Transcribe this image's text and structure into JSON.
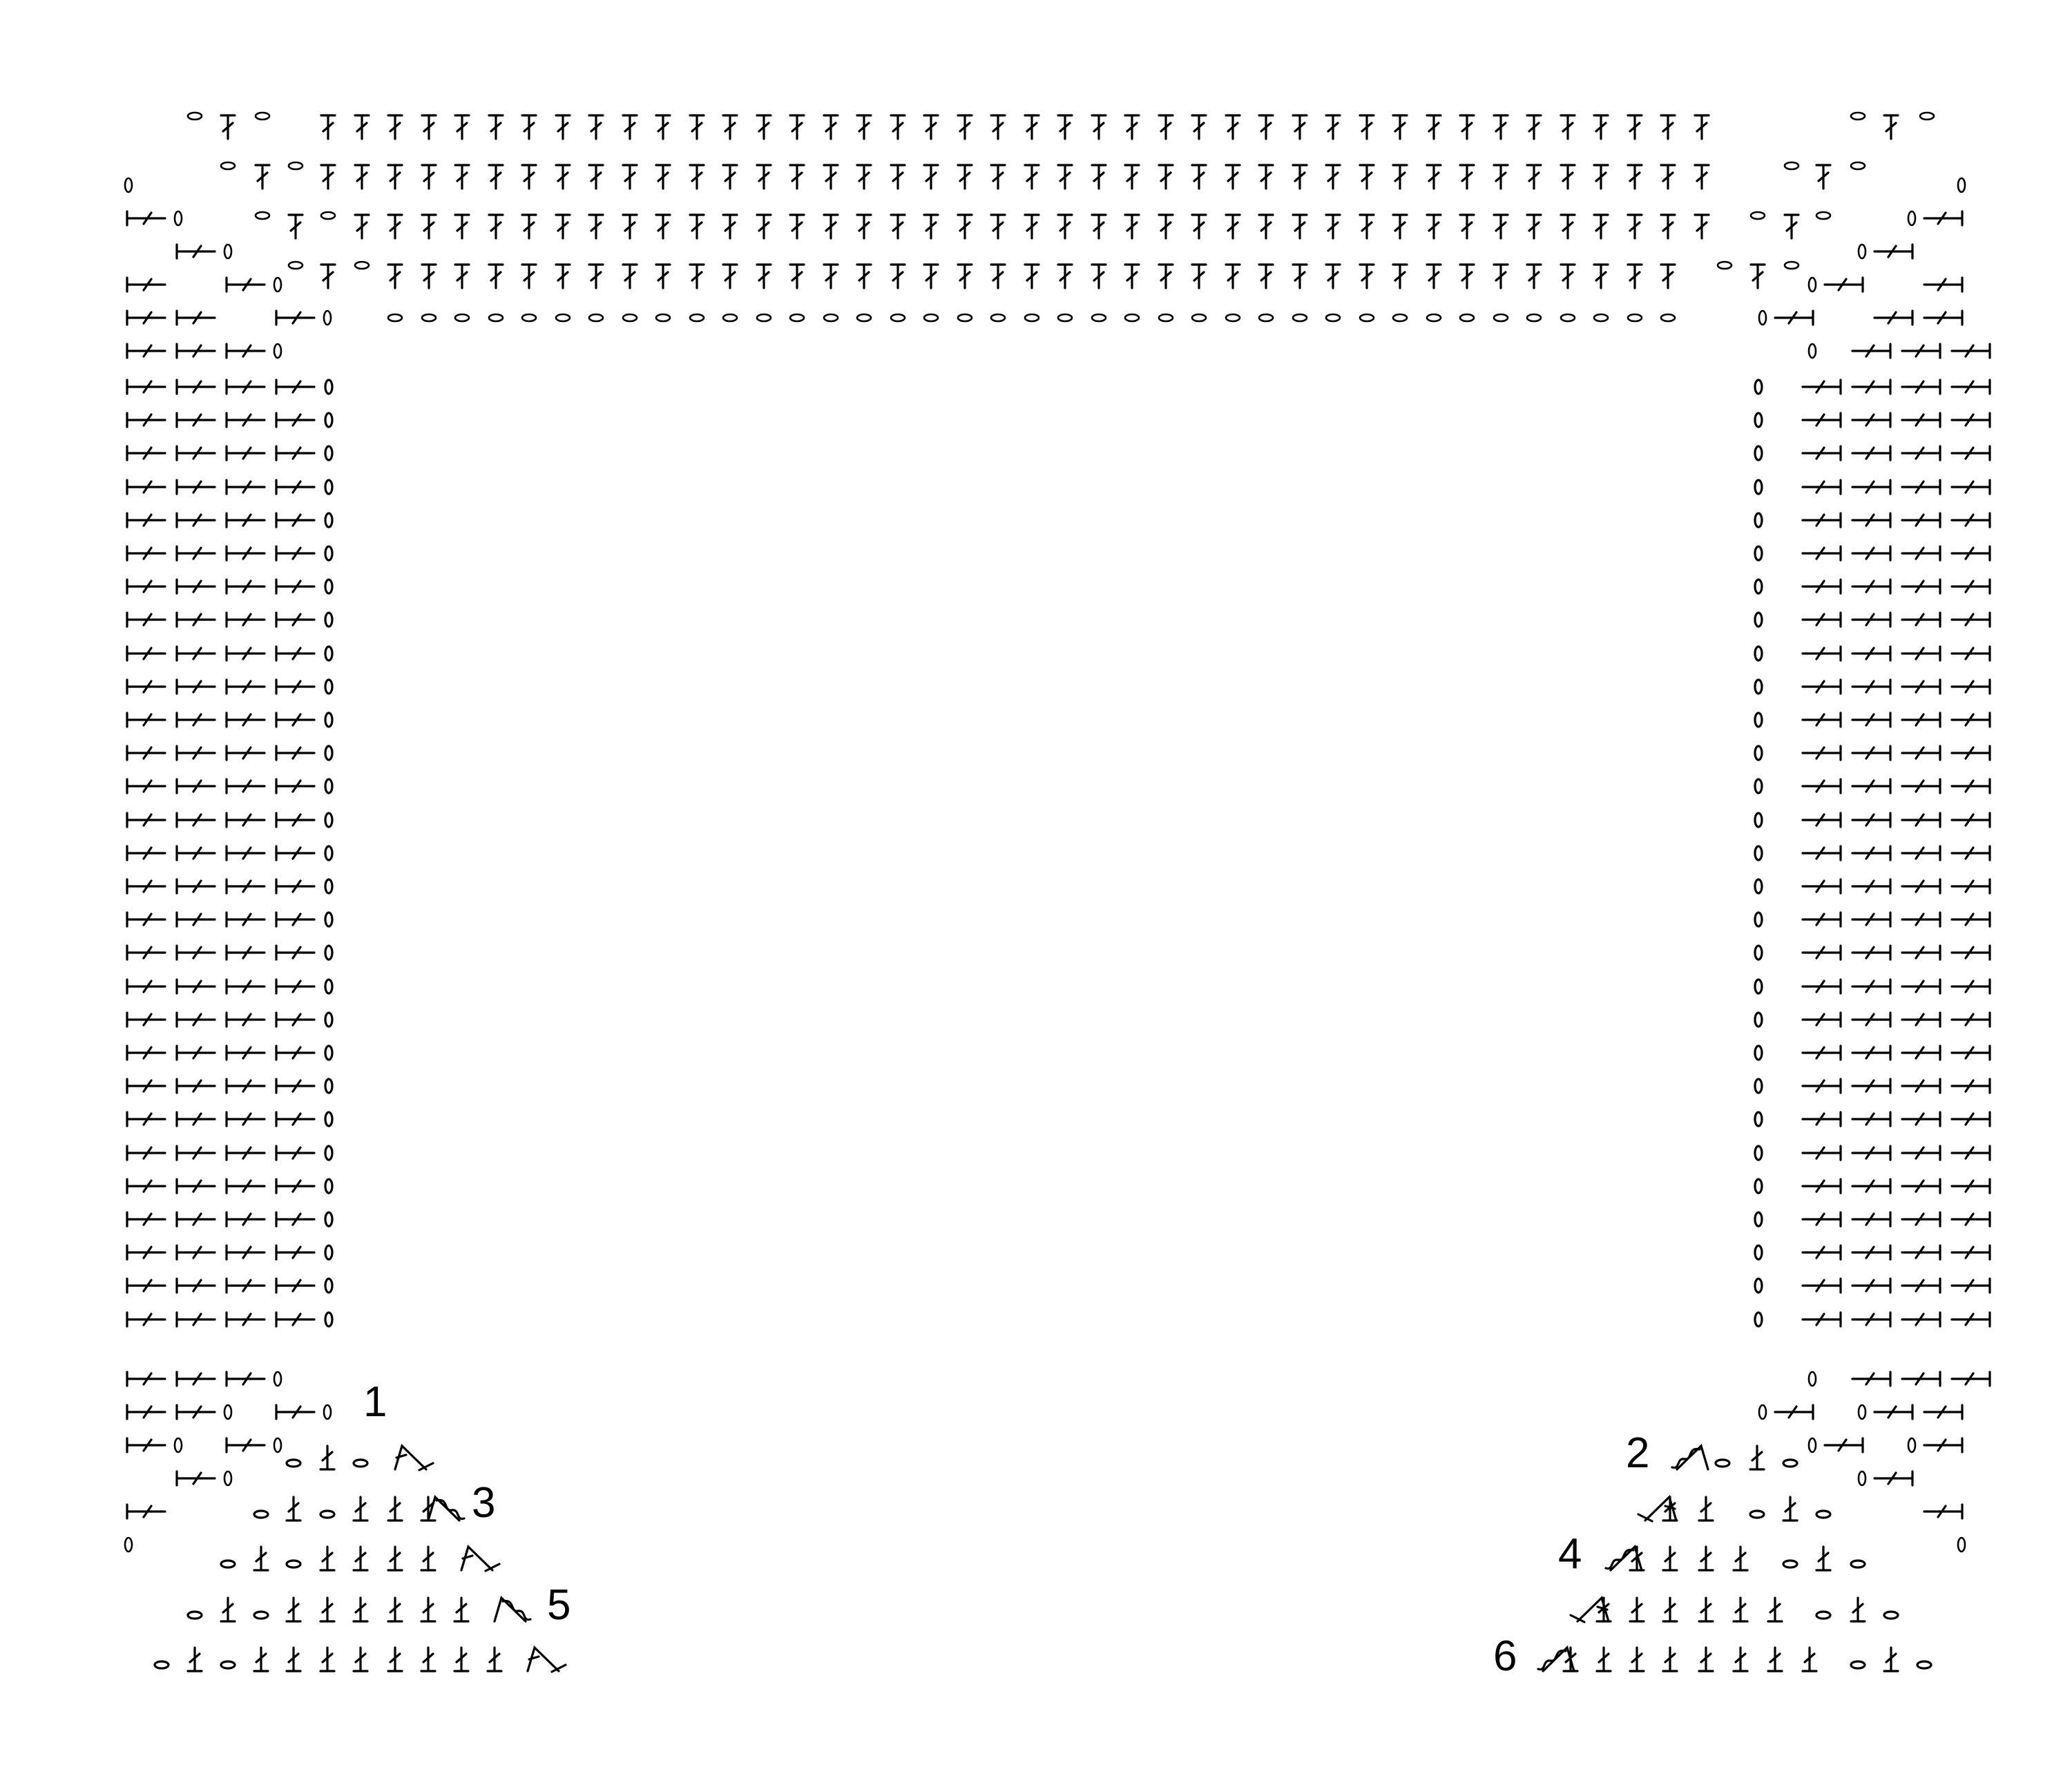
{
  "diagram": {
    "ink_color": "#000000",
    "background_color": "#ffffff",
    "row_numbers": [
      "1",
      "2",
      "3",
      "4",
      "5",
      "6"
    ],
    "stitch_symbols": [
      "chain-stitch",
      "single-crochet",
      "treble-crochet",
      "single-crochet-2-together",
      "single-crochet-3-together",
      "double-crochet-2-together",
      "double-crochet-3-together",
      "worked-in-back-loop"
    ]
  }
}
